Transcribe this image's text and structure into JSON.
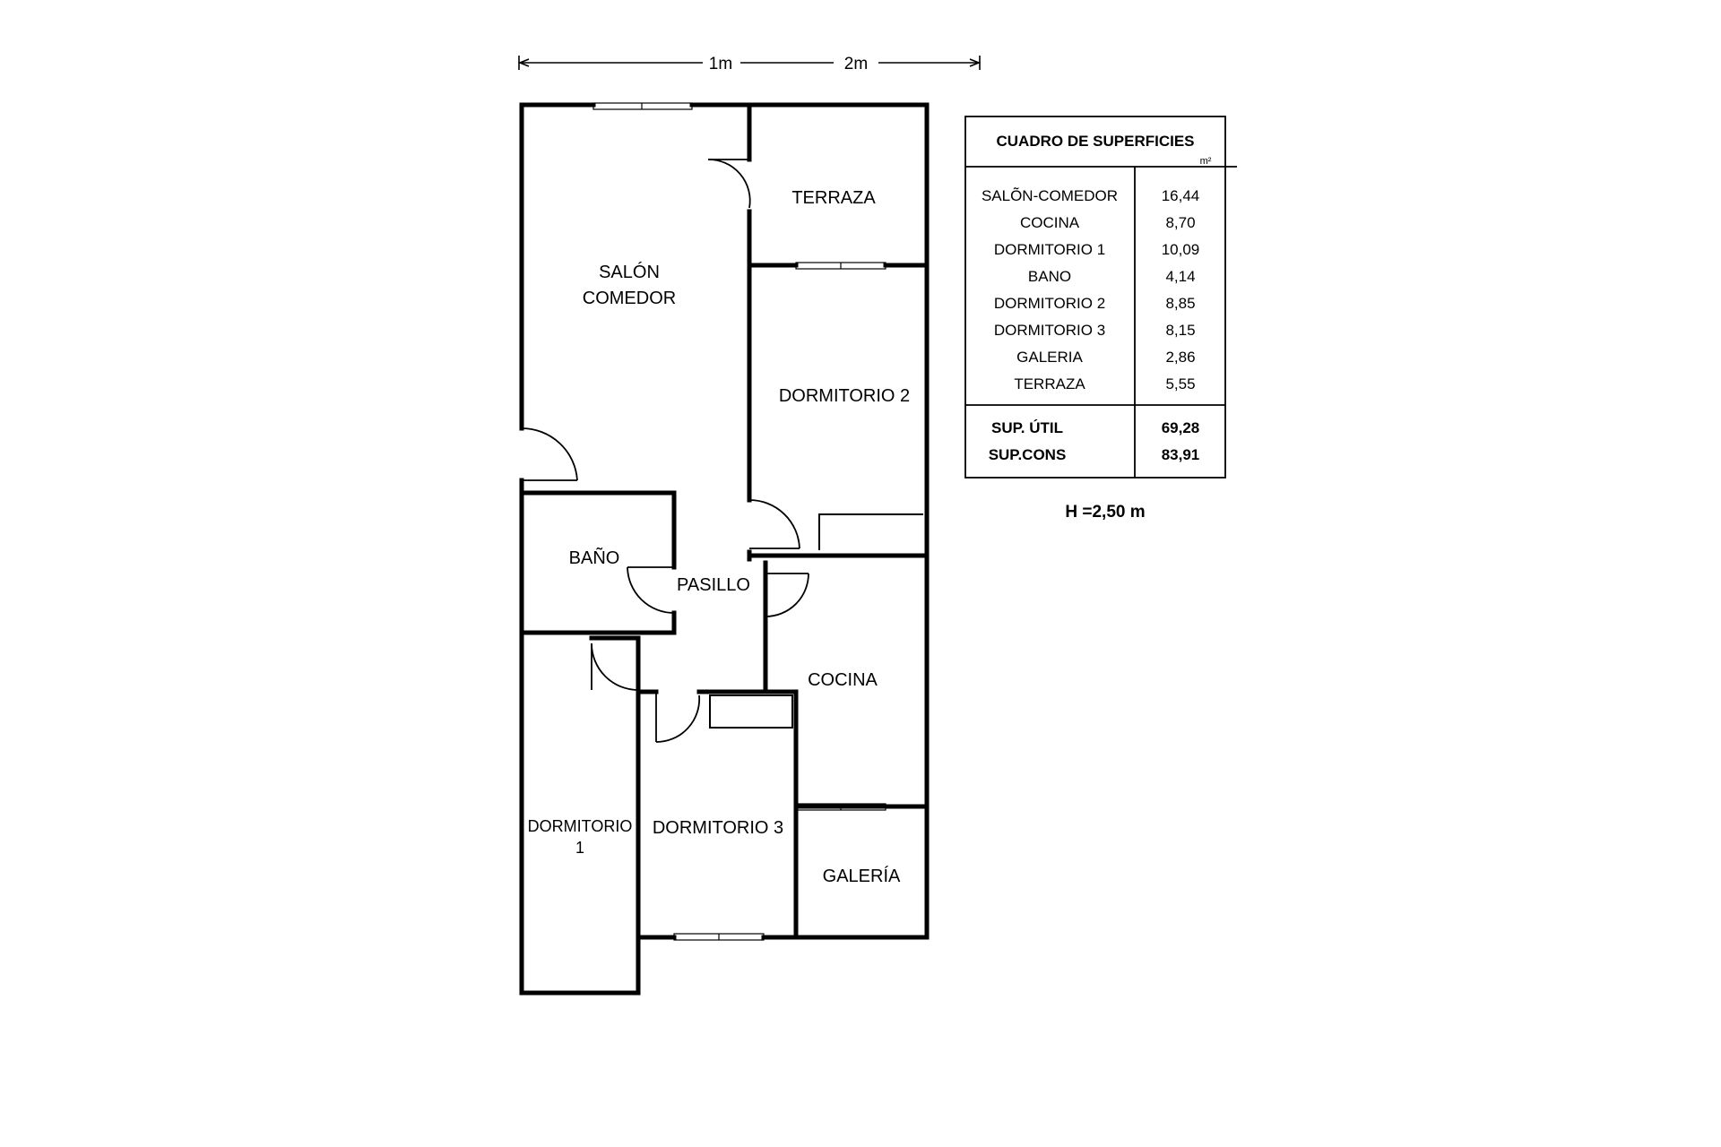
{
  "scale_bar": {
    "label_1": "1m",
    "label_2": "2m"
  },
  "rooms": {
    "salon_line1": "SALÓN",
    "salon_line2": "COMEDOR",
    "terraza": "TERRAZA",
    "dormitorio2": "DORMITORIO 2",
    "bano": "BAÑO",
    "pasillo": "PASILLO",
    "cocina": "COCINA",
    "dormitorio1_line1": "DORMITORIO",
    "dormitorio1_line2": "1",
    "dormitorio3": "DORMITORIO 3",
    "galeria": "GALERÍA"
  },
  "surface_table": {
    "title": "CUADRO DE SUPERFICIES",
    "unit": "m²",
    "rows": [
      {
        "name": "SALÕN-COMEDOR",
        "value": "16,44"
      },
      {
        "name": "COCINA",
        "value": "8,70"
      },
      {
        "name": "DORMITORIO 1",
        "value": "10,09"
      },
      {
        "name": "BANO",
        "value": "4,14"
      },
      {
        "name": "DORMITORIO 2",
        "value": "8,85"
      },
      {
        "name": "DORMITORIO 3",
        "value": "8,15"
      },
      {
        "name": "GALERIA",
        "value": "2,86"
      },
      {
        "name": "TERRAZA",
        "value": "5,55"
      }
    ],
    "totals": [
      {
        "name": "SUP. ÚTIL",
        "value": "69,28"
      },
      {
        "name": "SUP.CONS",
        "value": "83,91"
      }
    ]
  },
  "ceiling_height": "H =2,50 m"
}
